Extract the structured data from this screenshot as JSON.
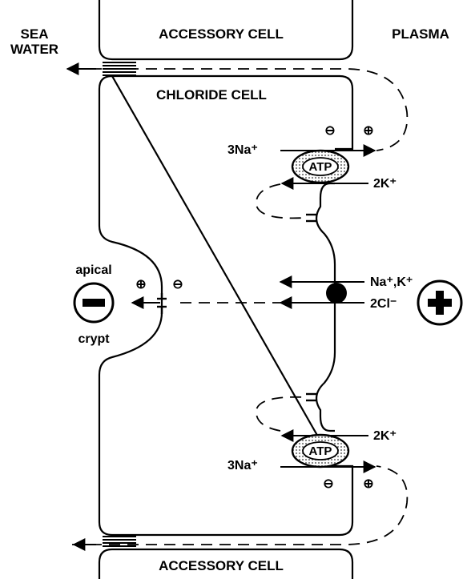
{
  "labels": {
    "sea_water_line1": "SEA",
    "sea_water_line2": "WATER",
    "accessory_cell_top": "ACCESSORY CELL",
    "plasma": "PLASMA",
    "chloride_cell": "CHLORIDE CELL",
    "na3_top": "3Na⁺",
    "k2_top": "2K⁺",
    "atp_top": "ATP",
    "nak": "Na⁺,K⁺",
    "cl2": "2Cl⁻",
    "apical": "apical",
    "crypt": "crypt",
    "k2_bottom": "2K⁺",
    "atp_bottom": "ATP",
    "na3_bottom": "3Na⁺",
    "accessory_cell_bottom": "ACCESSORY CELL"
  },
  "symbols": {
    "circled_plus": "⊕",
    "circled_minus": "⊖",
    "big_minus": "−",
    "big_plus": "+"
  },
  "colors": {
    "ink": "#000000",
    "paper": "#ffffff",
    "atp_pattern_dot": "#7a7a7a"
  }
}
